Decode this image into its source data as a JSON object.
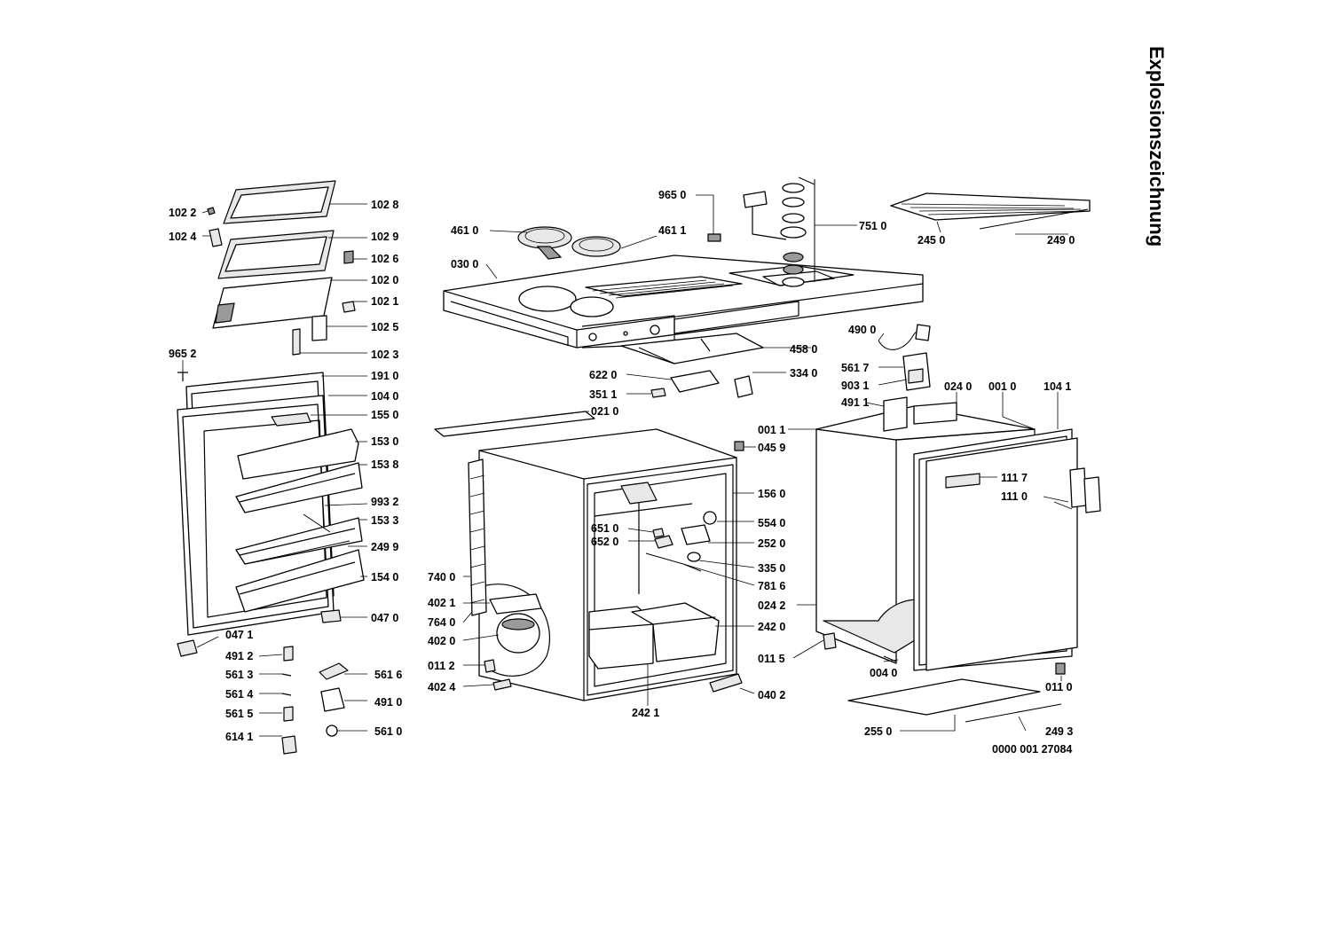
{
  "title": "Explosionszeichnung",
  "drawing_number": "0000 001 27084",
  "part_labels": [
    "102 8",
    "102 2",
    "102 9",
    "102 4",
    "102 6",
    "102 0",
    "102 1",
    "102 5",
    "102 3",
    "965 2",
    "191 0",
    "104 0",
    "155 0",
    "153 0",
    "153 8",
    "993 2",
    "153 3",
    "249 9",
    "154 0",
    "047 0",
    "047 1",
    "491 2",
    "561 6",
    "561 3",
    "561 4",
    "491 0",
    "561 5",
    "561 0",
    "614 1",
    "965 0",
    "461 0",
    "461 1",
    "751 0",
    "030 0",
    "458 0",
    "622 0",
    "334 0",
    "351 1",
    "021 0",
    "740 0",
    "402 1",
    "764 0",
    "402 0",
    "011 2",
    "402 4",
    "242 1",
    "045 9",
    "156 0",
    "554 0",
    "651 0",
    "252 0",
    "652 0",
    "335 0",
    "781 6",
    "242 0",
    "040 2",
    "245 0",
    "249 0",
    "490 0",
    "561 7",
    "903 1",
    "491 1",
    "024 0",
    "001 0",
    "104 1",
    "001 1",
    "111 7",
    "111 0",
    "024 2",
    "011 5",
    "004 0",
    "011 0",
    "255 0",
    "249 3"
  ]
}
